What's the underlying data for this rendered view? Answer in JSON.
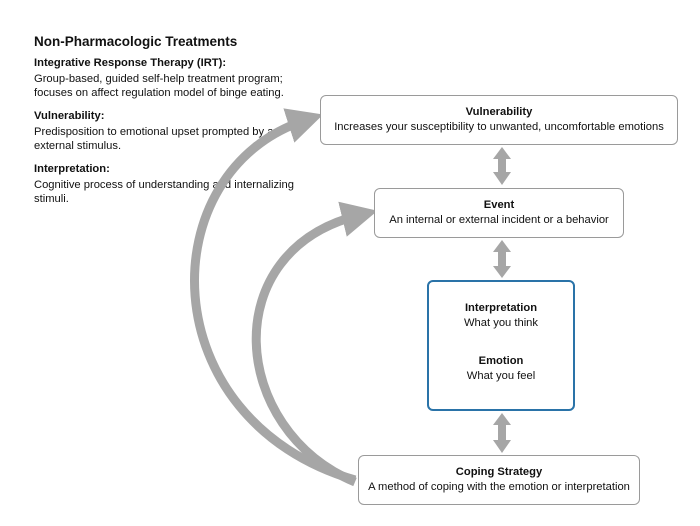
{
  "page_title": "Non-Pharmacologic Treatments",
  "definitions": [
    {
      "term": "Integrative Response Therapy (IRT):",
      "text": "Group-based, guided self-help treatment program; focuses on affect regulation model of binge eating."
    },
    {
      "term": "Vulnerability:",
      "text": "Predisposition to emotional upset prompted by an external stimulus."
    },
    {
      "term": "Interpretation:",
      "text": "Cognitive process of understanding and internalizing stimuli."
    }
  ],
  "boxes": {
    "vulnerability": {
      "title": "Vulnerability",
      "desc": "Increases your susceptibility to unwanted, uncomfortable emotions"
    },
    "event": {
      "title": "Event",
      "desc": "An internal or external incident or a behavior"
    },
    "interpretation": {
      "title": "Interpretation",
      "desc": "What you think"
    },
    "emotion": {
      "title": "Emotion",
      "desc": "What you feel"
    },
    "coping": {
      "title": "Coping Strategy",
      "desc": "A method of coping with the emotion or interpretation"
    }
  },
  "colors": {
    "arrow": "#a6a6a6",
    "box_border": "#9a9a9a",
    "highlight_border": "#2a73a8"
  }
}
